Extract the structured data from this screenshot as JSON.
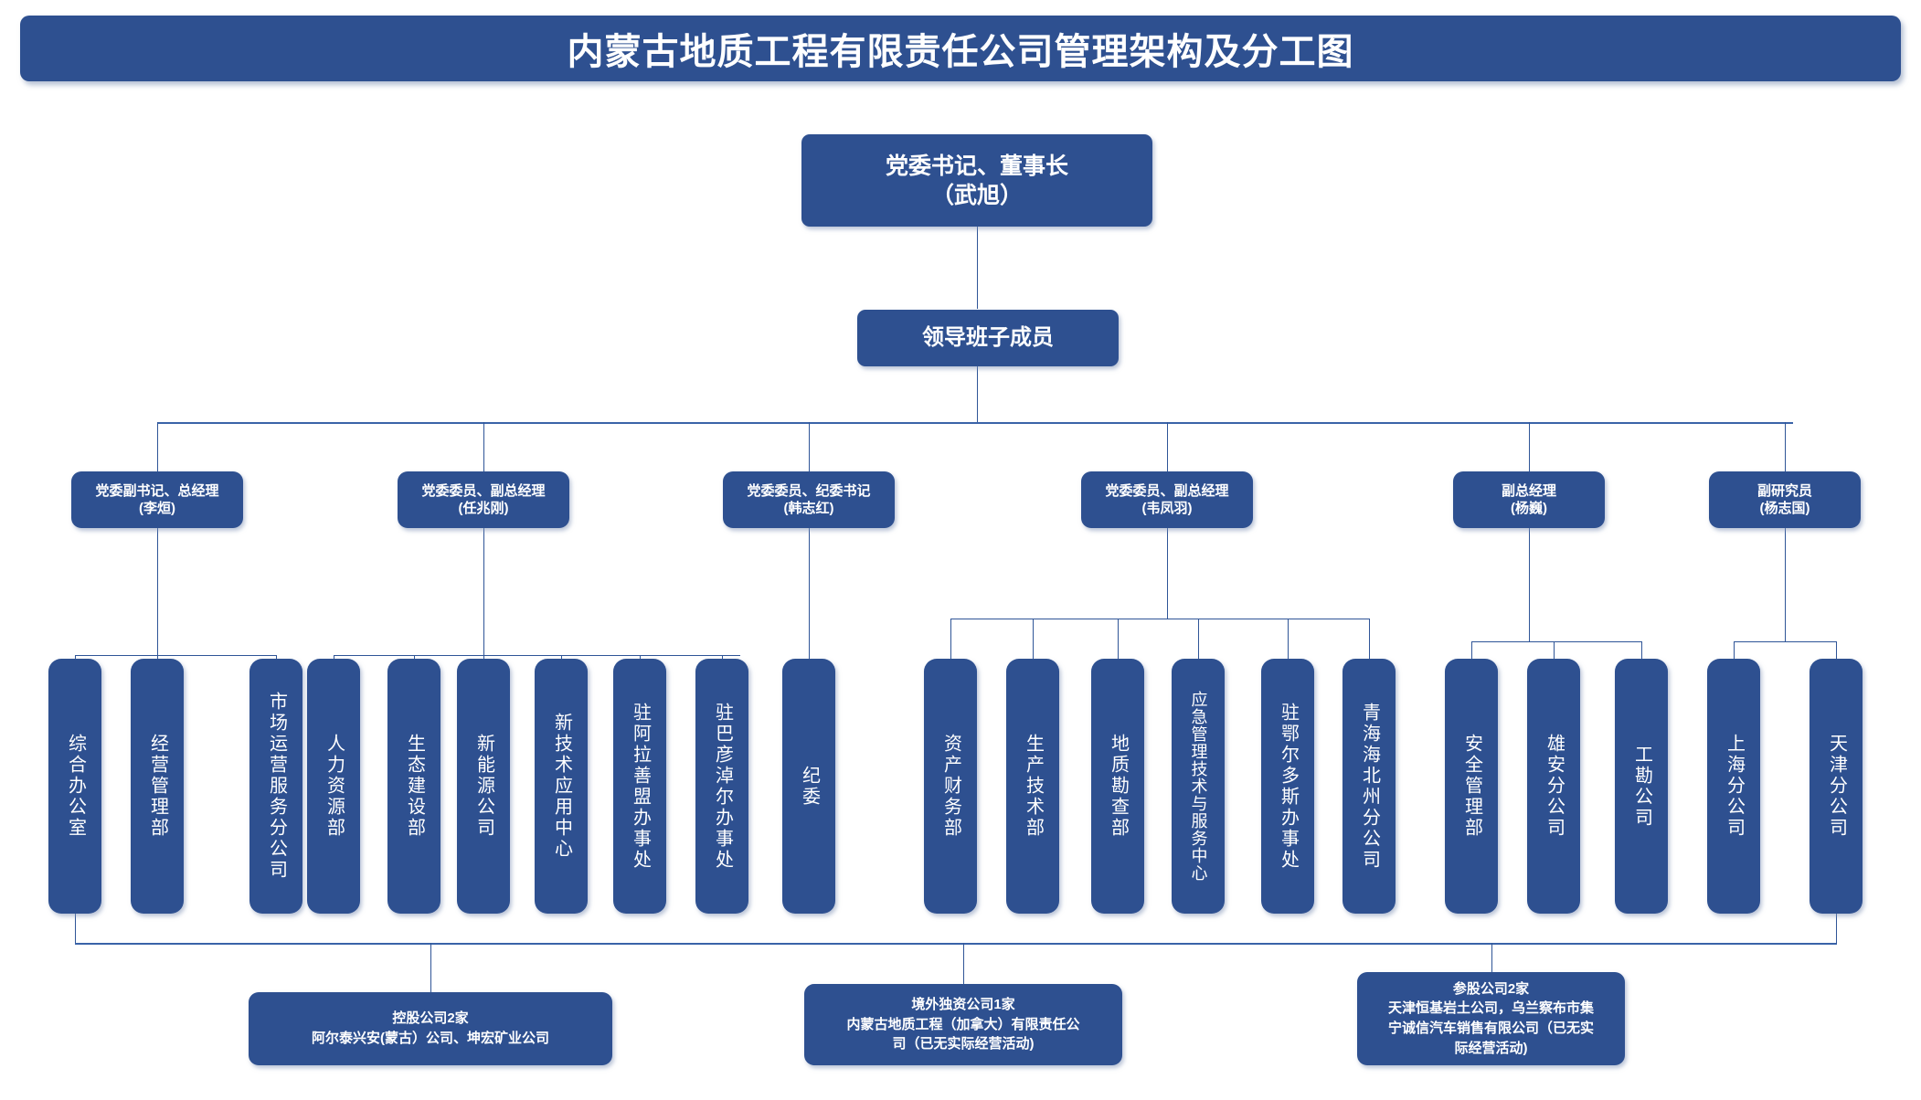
{
  "title": "内蒙古地质工程有限责任公司管理架构及分工图",
  "root": {
    "line1": "党委书记、董事长",
    "line2": "（武旭）"
  },
  "team": {
    "label": "领导班子成员"
  },
  "leaders": [
    {
      "title": "党委副书记、总经理",
      "name": "(李烜)"
    },
    {
      "title": "党委委员、副总经理",
      "name": "(任兆刚)"
    },
    {
      "title": "党委委员、纪委书记",
      "name": "(韩志红)"
    },
    {
      "title": "党委委员、副总经理",
      "name": "(韦凤羽)"
    },
    {
      "title": "副总经理",
      "name": "(杨巍)"
    },
    {
      "title": "副研究员",
      "name": "(杨志国)"
    }
  ],
  "departments": [
    {
      "label": "综合办公室"
    },
    {
      "label": "经营管理部"
    },
    {
      "label": "市场运营服务分公司"
    },
    {
      "label": "人力资源部"
    },
    {
      "label": "生态建设部"
    },
    {
      "label": "新能源公司"
    },
    {
      "label": "新技术应用中心"
    },
    {
      "label": "驻阿拉善盟办事处"
    },
    {
      "label": "驻巴彦淖尔办事处"
    },
    {
      "label": "纪委"
    },
    {
      "label": "资产财务部"
    },
    {
      "label": "生产技术部"
    },
    {
      "label": "地质勘查部"
    },
    {
      "label": "应急管理技术与服务中心"
    },
    {
      "label": "驻鄂尔多斯办事处"
    },
    {
      "label": "青海海北州分公司"
    },
    {
      "label": "安全管理部"
    },
    {
      "label": "雄安分公司"
    },
    {
      "label": "工勘公司"
    },
    {
      "label": "上海分公司"
    },
    {
      "label": "天津分公司"
    }
  ],
  "affiliates": [
    {
      "line1": "控股公司2家",
      "line2": "阿尔泰兴安(蒙古）公司、坤宏矿业公司",
      "line3": "",
      "line4": ""
    },
    {
      "line1": "境外独资公司1家",
      "line2": "内蒙古地质工程（加拿大）有限责任公",
      "line3": "司（已无实际经营活动)",
      "line4": ""
    },
    {
      "line1": "参股公司2家",
      "line2": "天津恒基岩土公司，乌兰察布市集",
      "line3": "宁诚信汽车销售有限公司（已无实",
      "line4": "际经营活动)"
    }
  ],
  "colors": {
    "box_fill": "#2e5090",
    "connector": "#2f5597",
    "text": "#ffffff",
    "page_background": "#ffffff"
  }
}
